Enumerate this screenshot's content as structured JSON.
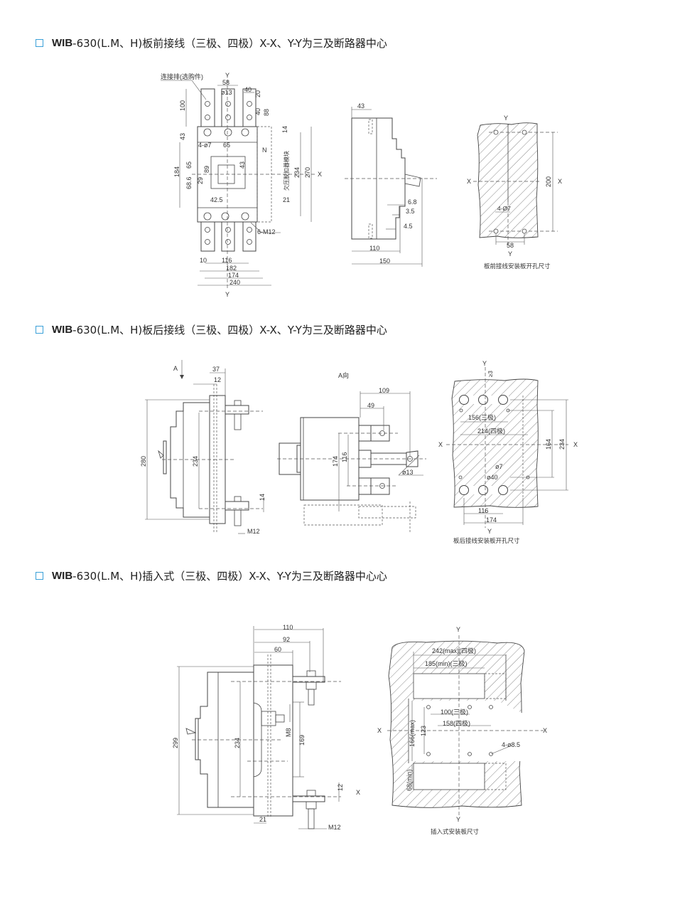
{
  "sections": [
    {
      "prefix": "WIB",
      "title": "-630(L.M、H)板前接线（三极、四极）X-X、Y-Y为三及断路器中心"
    },
    {
      "prefix": "WIB",
      "title": "-630(L.M、H)板后接线（三极、四极）X-X、Y-Y为三及断路器中心"
    },
    {
      "prefix": "WIB",
      "title": "-630(L.M、H)插入式（三极、四极）X-X、Y-Y为三及断路器中心心"
    }
  ],
  "front_view": {
    "busbar_note": "连接排(选购件)",
    "y_top": "Y",
    "y_bottom": "Y",
    "x": "X",
    "n": "N",
    "d58": "58",
    "d13": "ø13",
    "d40a": "40",
    "d20": "20",
    "d100": "100",
    "d40b": "40",
    "d88": "88",
    "d43": "43",
    "d14": "14",
    "d4o7": "4-ø7",
    "d65a": "65",
    "d184": "184",
    "d65b": "65",
    "d89": "89",
    "d43b": "43",
    "d68": "68.6",
    "d29": "29",
    "d42": "42.5",
    "d21": "21",
    "uv_module": "欠压脱扣器模块",
    "d234": "234",
    "d270": "270",
    "m12": "6-M12",
    "d10": "10",
    "d116": "116",
    "d182": "182",
    "d174": "174",
    "d240": "240"
  },
  "side_view": {
    "d43": "43",
    "d68": "6.8",
    "d35": "3.5",
    "d45": "4.5",
    "d110": "110",
    "d150": "150"
  },
  "front_plate": {
    "y_top": "Y",
    "y_bottom": "Y",
    "x_left": "X",
    "x_right": "X",
    "d200": "200",
    "holes": "4-Ø7",
    "d58": "58",
    "caption": "板前接线安装板开孔尺寸"
  },
  "rear_side": {
    "a": "A",
    "d37": "37",
    "d12": "12",
    "d280": "280",
    "d234": "234",
    "d14": "14",
    "m12": "M12"
  },
  "a_view": {
    "title": "A向",
    "d109": "109",
    "d49": "49",
    "d174": "174",
    "d116": "116",
    "d13": "ø13"
  },
  "rear_plate": {
    "y_top": "Y",
    "y_bottom": "Y",
    "ge3": "≥3",
    "d156": "156(三极)",
    "d214": "214(四极)",
    "x_left": "X",
    "x_right": "X",
    "d164": "164",
    "d234": "234",
    "d7": "ø7",
    "d40": "ø40",
    "d116": "116",
    "d174": "174",
    "caption": "板后接线安装板开孔尺寸"
  },
  "plugin_side": {
    "d110": "110",
    "d92": "92",
    "d60": "60",
    "d299": "299",
    "d234": "234",
    "m8": "M8",
    "d169": "169",
    "d12": "12",
    "x": "X",
    "d21": "21",
    "m12": "M12"
  },
  "plugin_plate": {
    "y_top": "Y",
    "y_bottom": "Y",
    "d242": "242(max)(四极)",
    "d185": "185(min)(三极)",
    "d100": "100(三极)",
    "d158": "158(四极)",
    "x_left": "X",
    "x_right": "X",
    "d123": "123",
    "d166": "166(max)",
    "holes": "4-ø8.5",
    "d68": "68(min)",
    "caption": "插入式安装板尺寸"
  }
}
